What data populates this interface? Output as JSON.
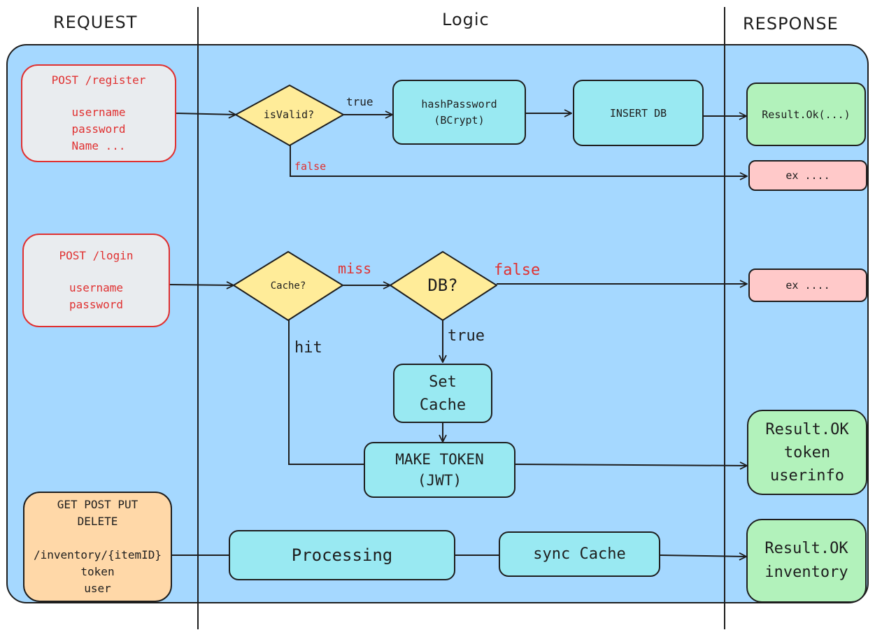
{
  "headers": {
    "request": "REQUEST",
    "logic": "Logic",
    "response": "RESPONSE"
  },
  "register": {
    "request": {
      "title": "POST /register",
      "fields": [
        "username",
        "password",
        "Name ..."
      ]
    },
    "decision": "isValid?",
    "true_label": "true",
    "false_label": "false",
    "hash": [
      "hashPassword",
      "(BCrypt)"
    ],
    "insert": "INSERT DB",
    "ok": "Result.Ok(...)",
    "error": "ex ...."
  },
  "login": {
    "request": {
      "title": "POST /login",
      "fields": [
        "username",
        "password"
      ]
    },
    "cache_decision": "Cache?",
    "miss_label": "miss",
    "hit_label": "hit",
    "db_decision": "DB?",
    "false_label": "false",
    "true_label": "true",
    "set_cache": [
      "Set",
      "Cache"
    ],
    "make_token": [
      "MAKE TOKEN",
      "(JWT)"
    ],
    "ok": [
      "Result.OK",
      "token",
      "userinfo"
    ],
    "error": "ex ...."
  },
  "inventory": {
    "request": {
      "methods": [
        "GET POST PUT",
        "DELETE"
      ],
      "fields": [
        "/inventory/{itemID}",
        "token",
        "user"
      ]
    },
    "processing": "Processing",
    "sync": "sync Cache",
    "ok": [
      "Result.OK",
      "inventory"
    ]
  },
  "colors": {
    "panel": "#a5d8ff",
    "request_border": "#e03131",
    "logic_box": "#99e9f2",
    "decision": "#ffec99",
    "ok_box": "#b2f2bb",
    "error_box": "#ffc9c9",
    "orange_box": "#ffd8a8",
    "red_text": "#e03131"
  }
}
